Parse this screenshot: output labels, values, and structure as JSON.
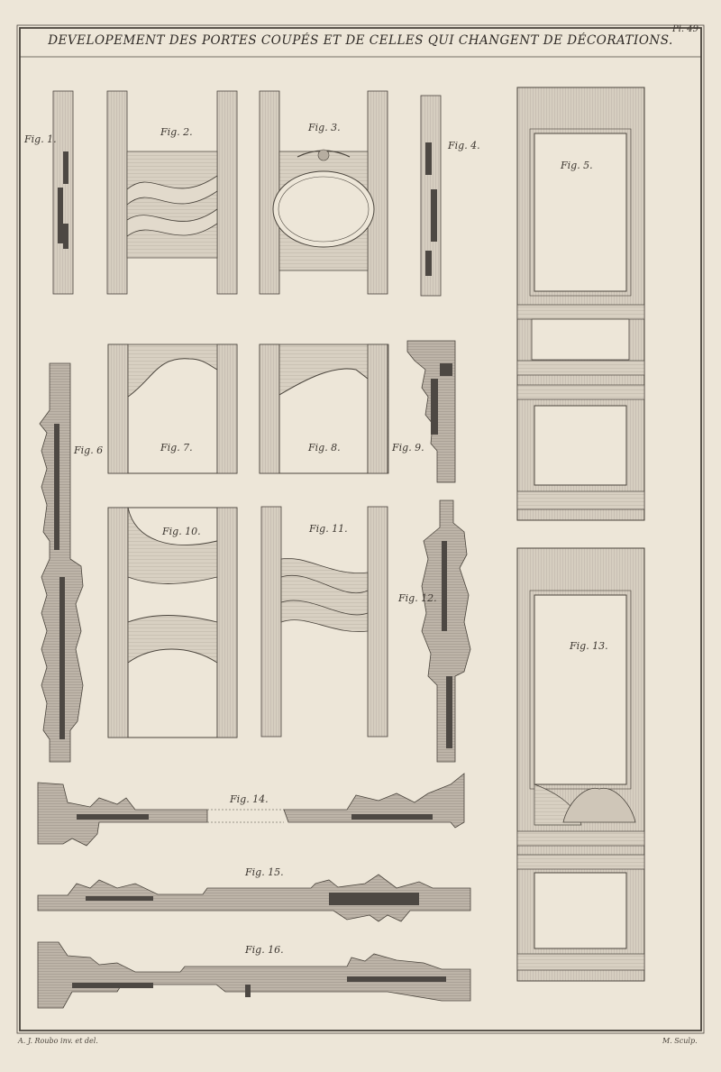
{
  "plate": {
    "title": "DEVELOPEMENT DES PORTES COUPÉS ET DE CELLES QUI CHANGENT DE DÉCORATIONS.",
    "plate_number": "Pl. 49",
    "credit_left": "A. J. Roubo inv. et del.",
    "credit_right": "M. Sculp."
  },
  "figures": [
    {
      "id": "fig-1",
      "label": "Fig. 1."
    },
    {
      "id": "fig-2",
      "label": "Fig. 2."
    },
    {
      "id": "fig-3",
      "label": "Fig. 3."
    },
    {
      "id": "fig-4",
      "label": "Fig. 4."
    },
    {
      "id": "fig-5",
      "label": "Fig. 5."
    },
    {
      "id": "fig-6",
      "label": "Fig. 6"
    },
    {
      "id": "fig-7",
      "label": "Fig. 7."
    },
    {
      "id": "fig-8",
      "label": "Fig. 8."
    },
    {
      "id": "fig-9",
      "label": "Fig. 9."
    },
    {
      "id": "fig-10",
      "label": "Fig. 10."
    },
    {
      "id": "fig-11",
      "label": "Fig. 11."
    },
    {
      "id": "fig-12",
      "label": "Fig. 12."
    },
    {
      "id": "fig-13",
      "label": "Fig. 13."
    },
    {
      "id": "fig-14",
      "label": "Fig. 14."
    },
    {
      "id": "fig-15",
      "label": "Fig. 15."
    },
    {
      "id": "fig-16",
      "label": "Fig. 16."
    }
  ],
  "colors": {
    "paper": "#ede6d8",
    "ink": "#3c3630",
    "wood": "#d8d0c2",
    "dark_section": "#4d4843"
  }
}
